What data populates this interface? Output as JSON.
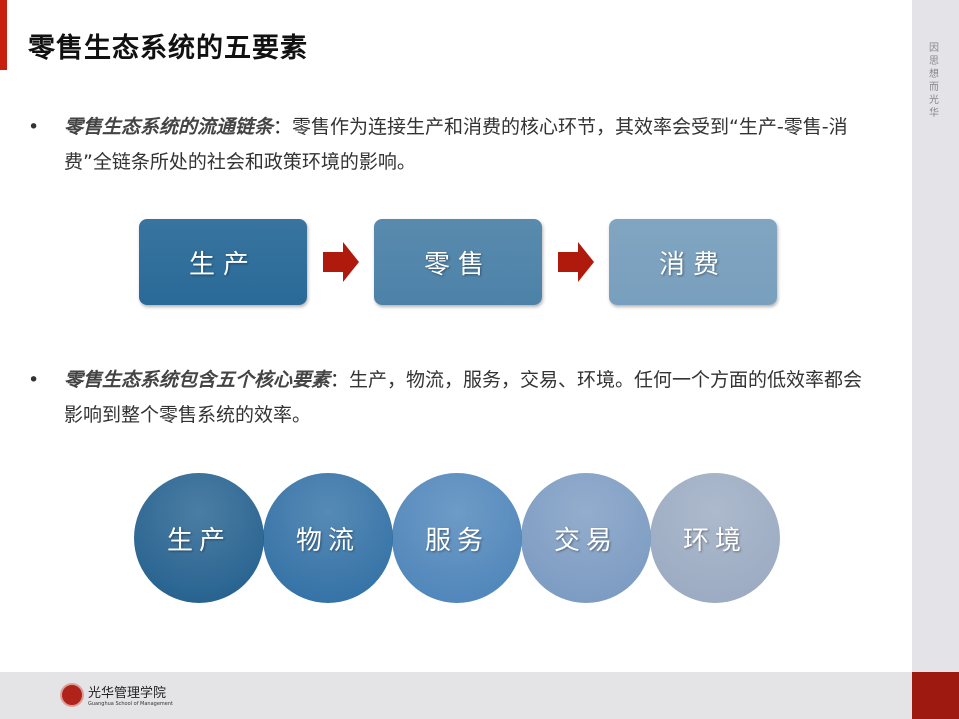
{
  "title": "零售生态系统的五要素",
  "sidebar": {
    "slogan": "因思想 而光华"
  },
  "footer": {
    "logo_cn": "光华管理学院",
    "logo_en": "Guanghua School of Management"
  },
  "bullets": [
    {
      "marker": "•",
      "emphasis": "零售生态系统的流通链条",
      "text": "：零售作为连接生产和消费的核心环节，其效率会受到“生产-零售-消费”全链条所处的社会和政策环境的影响。"
    },
    {
      "marker": "•",
      "emphasis": "零售生态系统包含五个核心要素",
      "text": "：生产，物流，服务，交易、环境。任何一个方面的低效率都会影响到整个零售系统的效率。"
    }
  ],
  "flow": [
    {
      "label": "生产",
      "color": "#2a6a98"
    },
    {
      "label": "零售",
      "color": "#4d82a8"
    },
    {
      "label": "消费",
      "color": "#789fbd"
    }
  ],
  "arrow_color": "#b01a0c",
  "elements": [
    {
      "label": "生产",
      "color": "#1f5d8c"
    },
    {
      "label": "物流",
      "color": "#2d6da3"
    },
    {
      "label": "服务",
      "color": "#4a82b8"
    },
    {
      "label": "交易",
      "color": "#7898c0"
    },
    {
      "label": "环境",
      "color": "#98a8c0"
    }
  ]
}
